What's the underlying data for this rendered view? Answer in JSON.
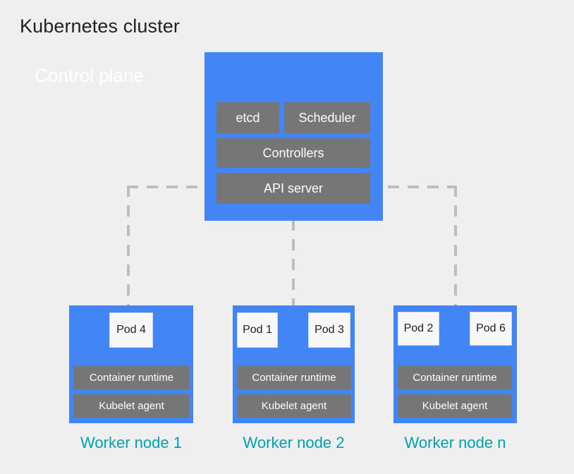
{
  "page": {
    "title": "Kubernetes cluster",
    "background_color": "#efefef",
    "title_color": "#1f2023"
  },
  "colors": {
    "node_blue": "#4285f4",
    "component_gray": "#767676",
    "pod_white": "#f7f7f7",
    "caption_teal": "#00a0b0",
    "connector_gray": "#bdbdbd"
  },
  "control_plane": {
    "title": "Control plane",
    "components": [
      {
        "label": "etcd"
      },
      {
        "label": "Scheduler"
      },
      {
        "label": "Controllers"
      },
      {
        "label": "API server"
      }
    ]
  },
  "worker_nodes": [
    {
      "caption": "Worker node 1",
      "pods": [
        {
          "label": "Pod 4"
        }
      ],
      "runtime": "Container runtime",
      "kubelet": "Kubelet agent"
    },
    {
      "caption": "Worker node 2",
      "pods": [
        {
          "label": "Pod 1"
        },
        {
          "label": "Pod 3"
        }
      ],
      "runtime": "Container runtime",
      "kubelet": "Kubelet agent"
    },
    {
      "caption": "Worker node n",
      "pods": [
        {
          "label": "Pod 2"
        },
        {
          "label": "Pod 6"
        }
      ],
      "runtime": "Container runtime",
      "kubelet": "Kubelet agent"
    }
  ],
  "connectors": {
    "style": "dashed",
    "description": "API server connects to each worker node"
  }
}
